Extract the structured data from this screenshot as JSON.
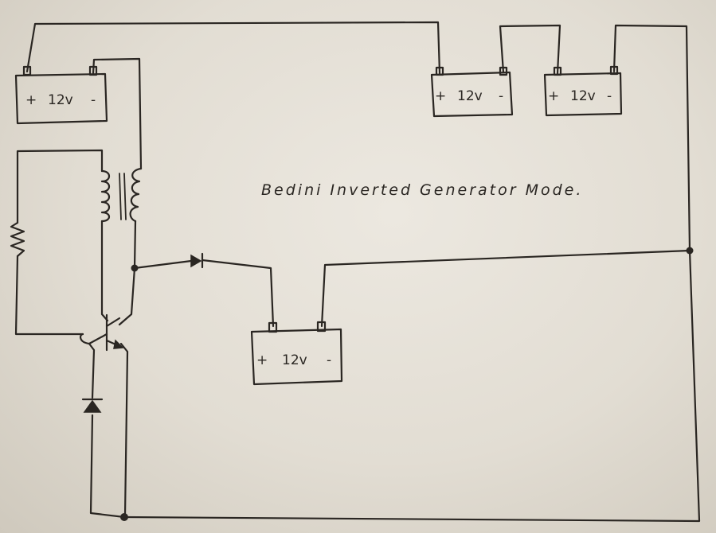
{
  "title": "Bedini Inverted Generator Mode.",
  "batteries": [
    {
      "id": "top-left",
      "plus": "+",
      "label": "12v",
      "minus": "-"
    },
    {
      "id": "top-middle",
      "plus": "+",
      "label": "12v",
      "minus": "-"
    },
    {
      "id": "top-right",
      "plus": "+",
      "label": "12v",
      "minus": "-"
    },
    {
      "id": "bottom-center",
      "plus": "+",
      "label": "12v",
      "minus": "-"
    }
  ],
  "components": [
    "resistor",
    "transformer-coils",
    "transistor",
    "diode-top",
    "diode-bottom"
  ]
}
